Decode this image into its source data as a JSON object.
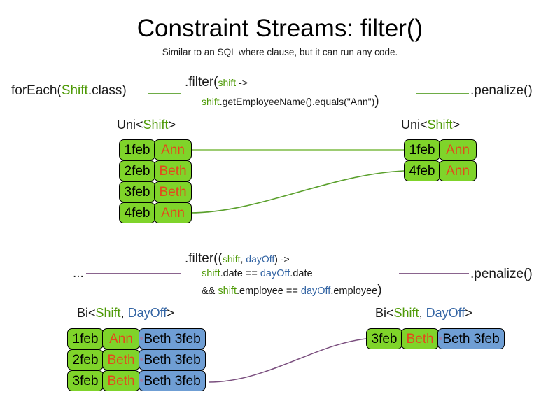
{
  "slide": {
    "title": "Constraint Streams: filter()",
    "subtitle": "Similar to an SQL where clause, but it can run any code."
  },
  "colors": {
    "shift_green": "#7fd42a",
    "dayoff_blue": "#6f9ed4",
    "employee_orange": "#e4481c",
    "keyword_green": "#4e9a06",
    "keyword_blue": "#3465a4",
    "wire_green": "#5aa02c",
    "wire_purple": "#7a4e7e",
    "text_black": "#1a1a1a"
  },
  "row1": {
    "source_label_pre": "forEach(",
    "source_label_type": "Shift",
    "source_label_post": ".class)",
    "filter_line1_pre": ".filter(",
    "filter_line1_var": "shift",
    "filter_line1_post": " ->",
    "filter_line2_var": "shift",
    "filter_line2_body": ".getEmployeeName().equals(\"Ann\")",
    "filter_line2_close": ")",
    "sink_label": ".penalize()",
    "left_stream_label_pre": "Uni<",
    "left_stream_label_type": "Shift",
    "left_stream_label_post": ">",
    "right_stream_label_pre": "Uni<",
    "right_stream_label_type": "Shift",
    "right_stream_label_post": ">",
    "left_cards": [
      {
        "date": "1feb",
        "employee": "Ann"
      },
      {
        "date": "2feb",
        "employee": "Beth"
      },
      {
        "date": "3feb",
        "employee": "Beth"
      },
      {
        "date": "4feb",
        "employee": "Ann"
      }
    ],
    "right_cards": [
      {
        "date": "1feb",
        "employee": "Ann"
      },
      {
        "date": "4feb",
        "employee": "Ann"
      }
    ]
  },
  "row2": {
    "source_label": "...",
    "filter_line1_pre": ".filter((",
    "filter_line1_var1": "shift",
    "filter_line1_sep": ", ",
    "filter_line1_var2": "dayOff",
    "filter_line1_post": ") ->",
    "filter_line2_var1": "shift",
    "filter_line2_mid": ".date == ",
    "filter_line2_var2": "dayOff",
    "filter_line2_tail": ".date",
    "filter_line3_pre": "&& ",
    "filter_line3_var1": "shift",
    "filter_line3_mid": ".employee == ",
    "filter_line3_var2": "dayOff",
    "filter_line3_tail": ".employee",
    "filter_line3_close": ")",
    "sink_label": ".penalize()",
    "left_stream_label_pre": "Bi<",
    "left_stream_label_type1": "Shift",
    "left_stream_label_sep": ", ",
    "left_stream_label_type2": "DayOff",
    "left_stream_label_post": ">",
    "right_stream_label_pre": "Bi<",
    "right_stream_label_type1": "Shift",
    "right_stream_label_sep": ", ",
    "right_stream_label_type2": "DayOff",
    "right_stream_label_post": ">",
    "left_cards": [
      {
        "date": "1feb",
        "employee": "Ann",
        "dayoff": "Beth 3feb"
      },
      {
        "date": "2feb",
        "employee": "Beth",
        "dayoff": "Beth 3feb"
      },
      {
        "date": "3feb",
        "employee": "Beth",
        "dayoff": "Beth 3feb"
      }
    ],
    "right_cards": [
      {
        "date": "3feb",
        "employee": "Beth",
        "dayoff": "Beth 3feb"
      }
    ]
  }
}
